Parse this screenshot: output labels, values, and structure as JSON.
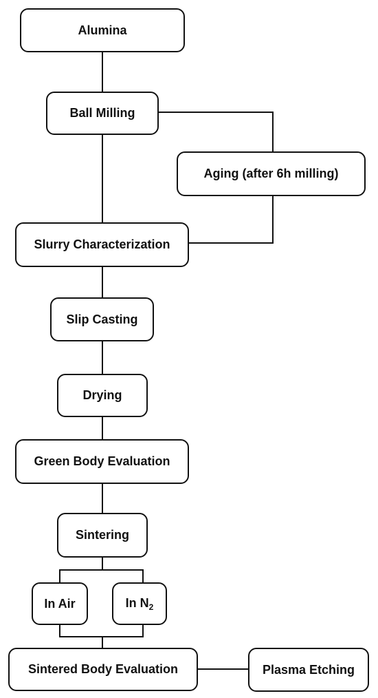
{
  "nodes": {
    "alumina": "Alumina",
    "ball_milling": "Ball Milling",
    "aging": "Aging (after 6h milling)",
    "slurry_characterization": "Slurry Characterization",
    "slip_casting": "Slip Casting",
    "drying": "Drying",
    "green_body_evaluation": "Green Body Evaluation",
    "sintering": "Sintering",
    "in_air": "In Air",
    "in_n2_prefix": "In N",
    "in_n2_subscript": "2",
    "sintered_body_evaluation": "Sintered Body Evaluation",
    "plasma_etching": "Plasma Etching"
  },
  "colors": {
    "stroke": "#111111",
    "background": "#ffffff"
  }
}
